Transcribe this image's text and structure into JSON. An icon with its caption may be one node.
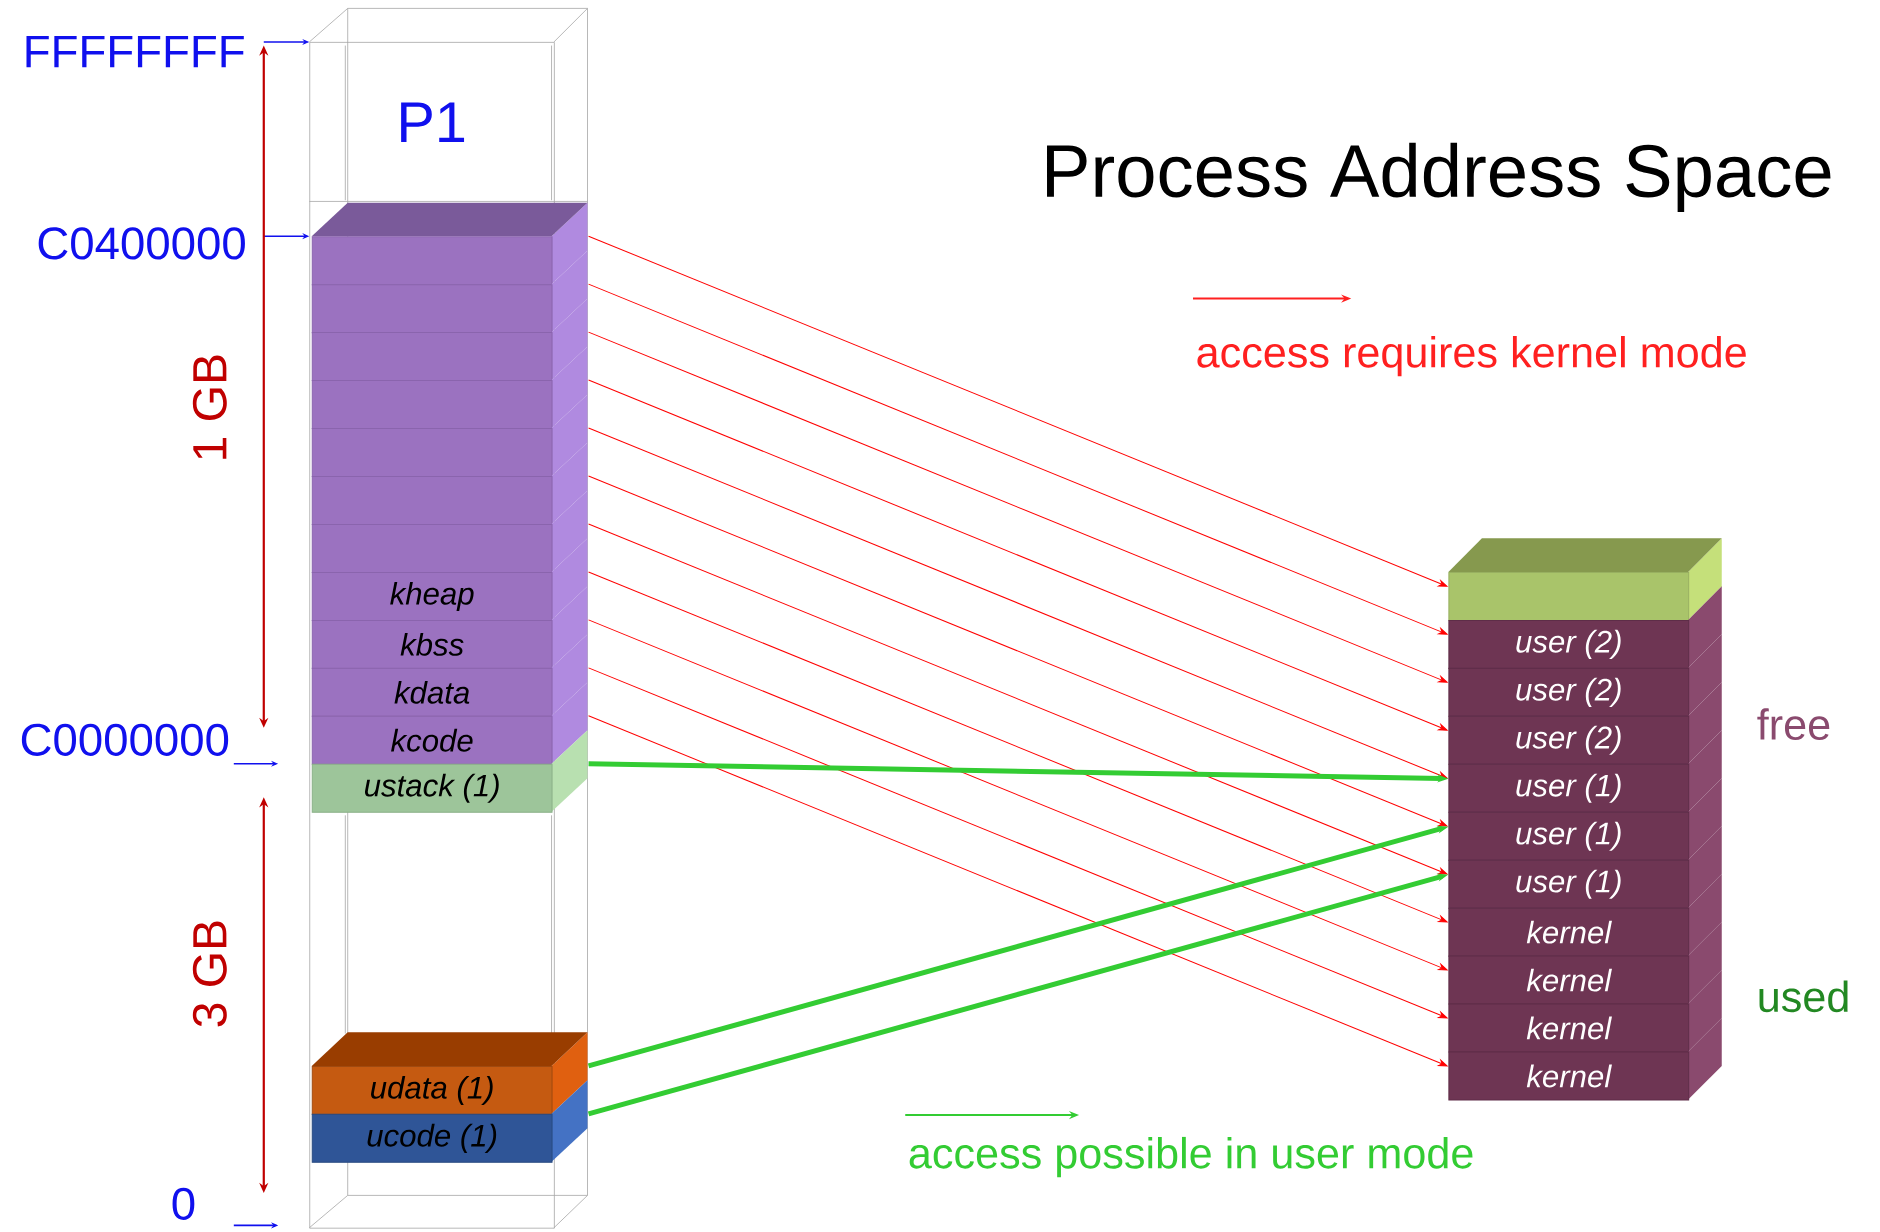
{
  "diagram": {
    "title": "Process Address Space",
    "nodes": [
      {
        "text": [
          "P1"
        ]
      },
      {
        "text": [],
        "shape": "bar",
        "in": 0
      },
      {
        "text": [],
        "shape": "bar",
        "in": 0
      },
      {
        "text": [],
        "shape": "bar",
        "in": 0
      },
      {
        "text": [],
        "shape": "bar",
        "in": 0
      },
      {
        "text": [],
        "shape": "bar",
        "in": 0
      },
      {
        "text": [],
        "shape": "bar",
        "in": 0
      },
      {
        "text": [],
        "shape": "bar",
        "in": 0
      },
      {
        "text": [
          "kheap"
        ],
        "in": 0
      },
      {
        "text": [
          "kbss"
        ],
        "in": 0
      },
      {
        "text": [
          "kdata"
        ],
        "in": 0
      },
      {
        "text": [
          "kcode"
        ],
        "in": 0
      },
      {
        "text": [
          "ustack (1)"
        ],
        "in": 0
      },
      {
        "text": [
          "udata (1)"
        ],
        "in": 0
      },
      {
        "text": [
          "ucode (1)"
        ],
        "in": 0
      },
      {
        "text": [],
        "shape": "bar"
      },
      {
        "text": [
          "user (2)"
        ]
      },
      {
        "text": [
          "user (2)"
        ]
      },
      {
        "text": [
          "user (2)"
        ]
      },
      {
        "text": [
          "user (1)"
        ]
      },
      {
        "text": [
          "user (1)"
        ]
      },
      {
        "text": [
          "user (1)"
        ]
      },
      {
        "text": [
          "kernel"
        ]
      },
      {
        "text": [
          "kernel"
        ]
      },
      {
        "text": [
          "kernel"
        ]
      },
      {
        "text": [
          "kernel"
        ]
      }
    ],
    "edges": [
      {
        "from": 1,
        "to": 15,
        "arrow": "to"
      },
      {
        "from": 2,
        "to": 16,
        "arrow": "to"
      },
      {
        "from": 3,
        "to": 17,
        "arrow": "to"
      },
      {
        "from": 4,
        "to": 18,
        "arrow": "to"
      },
      {
        "from": 5,
        "to": 19,
        "arrow": "to"
      },
      {
        "from": 6,
        "to": 20,
        "arrow": "to"
      },
      {
        "from": 7,
        "to": 21,
        "arrow": "to"
      },
      {
        "from": 8,
        "to": 22,
        "arrow": "to"
      },
      {
        "from": 9,
        "to": 23,
        "arrow": "to"
      },
      {
        "from": 10,
        "to": 24,
        "arrow": "to"
      },
      {
        "from": 11,
        "to": 25,
        "arrow": "to"
      },
      {
        "from": 12,
        "to": 19,
        "arrow": "to",
        "style": "thick",
        "color": "#33cc33"
      },
      {
        "from": 13,
        "to": 20,
        "arrow": "to",
        "style": "thick",
        "color": "#33cc33"
      },
      {
        "from": 14,
        "to": 21,
        "arrow": "to",
        "style": "thick",
        "color": "#33cc33"
      }
    ],
    "labels": [
      "FFFFFFFF",
      "C0400000",
      "C0000000",
      "0",
      "1 GB",
      "3 GB",
      "free",
      "used"
    ],
    "legend": [
      {
        "text": "access requires kernel mode"
      },
      {
        "text": "access possible in user mode"
      }
    ]
  }
}
